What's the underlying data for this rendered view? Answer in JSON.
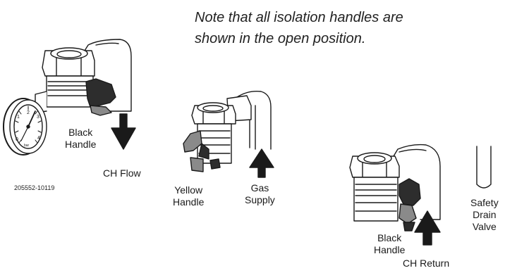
{
  "note": {
    "line1": "Note that all isolation handles are",
    "line2": "shown in the open position."
  },
  "labels": {
    "black_handle_top": {
      "line1": "Black",
      "line2": "Handle"
    },
    "ch_flow": "CH Flow",
    "yellow_handle": {
      "line1": "Yellow",
      "line2": "Handle"
    },
    "gas_supply": {
      "line1": "Gas",
      "line2": "Supply"
    },
    "safety_drain_valve": {
      "line1": "Safety",
      "line2": "Drain",
      "line3": "Valve"
    },
    "black_handle_bottom": {
      "line1": "Black",
      "line2": "Handle"
    },
    "ch_return": "CH Return"
  },
  "reference_code": "205552-10119",
  "colors": {
    "line": "#1a1a1a",
    "handle_dark": "#2d2d2d",
    "handle_gray": "#8a8a8a"
  }
}
